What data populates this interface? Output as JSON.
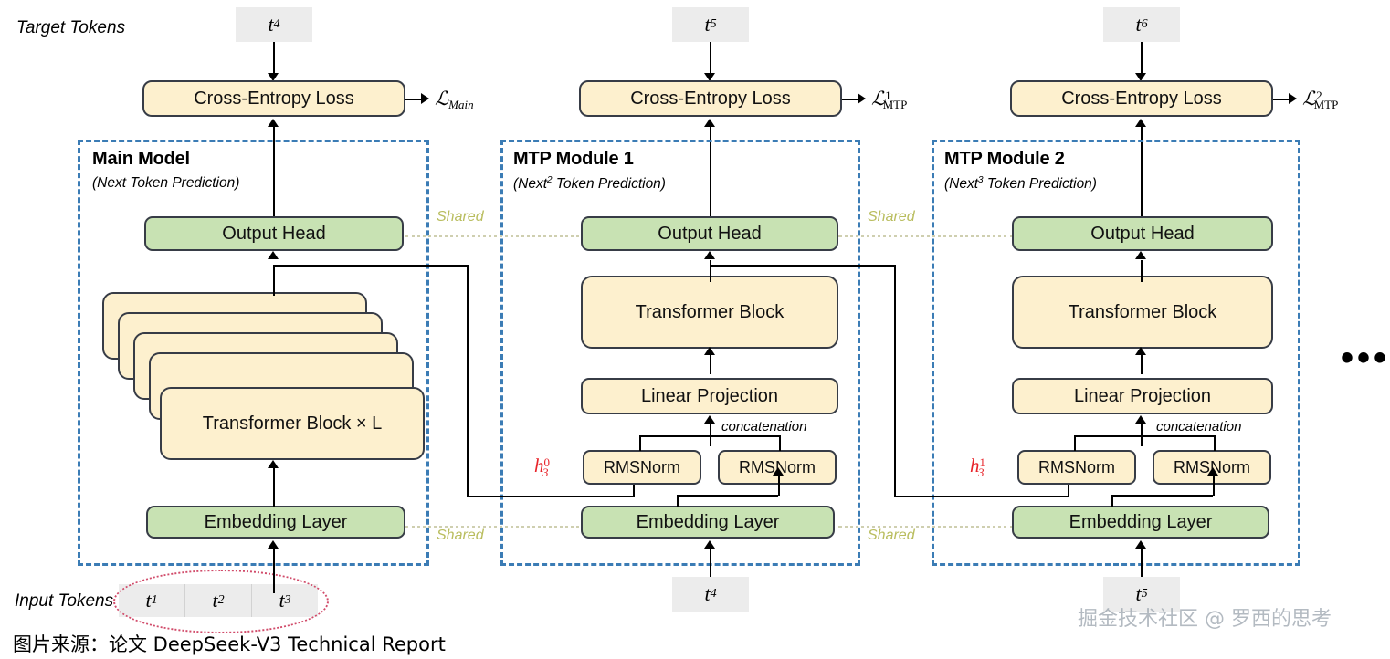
{
  "figure": {
    "target_tokens_label": "Target Tokens",
    "input_tokens_label": "Input Tokens",
    "caption": "图片来源：论文 DeepSeek-V3 Technical Report",
    "watermark": "掘金技术社区 @ 罗西的思考",
    "ellipsis": "•••",
    "shared_label": "Shared",
    "concatenation_label": "concatenation",
    "colors": {
      "module_border": "#3b7cb5",
      "yellow_block": "#fdf0ce",
      "green_block": "#c8e2b3",
      "block_border": "#373c46",
      "token_chip": "#ececec",
      "h_label": "#e8242a",
      "shared_text": "#b9bd5e",
      "red_ellipse": "#d14b6a"
    }
  },
  "target_tokens": [
    {
      "name": "t4",
      "base": "t",
      "sub": "4"
    },
    {
      "name": "t5",
      "base": "t",
      "sub": "5"
    },
    {
      "name": "t6",
      "base": "t",
      "sub": "6"
    }
  ],
  "input_tokens_main": [
    {
      "base": "t",
      "sub": "1"
    },
    {
      "base": "t",
      "sub": "2"
    },
    {
      "base": "t",
      "sub": "3"
    }
  ],
  "input_tokens_modules": [
    {
      "name": "mtp1-input",
      "base": "t",
      "sub": "4"
    },
    {
      "name": "mtp2-input",
      "base": "t",
      "sub": "5"
    }
  ],
  "losses": [
    {
      "name": "loss-main",
      "cal": "ℒ",
      "sub": "Main",
      "sup": "",
      "italic_sub": true
    },
    {
      "name": "loss-mtp-1",
      "cal": "ℒ",
      "sub": "MTP",
      "sup": "1",
      "italic_sub": false
    },
    {
      "name": "loss-mtp-2",
      "cal": "ℒ",
      "sub": "MTP",
      "sup": "2",
      "italic_sub": false
    }
  ],
  "h_labels": [
    {
      "name": "h-3-0",
      "base": "h",
      "sub": "3",
      "sup": "0"
    },
    {
      "name": "h-3-1",
      "base": "h",
      "sub": "3",
      "sup": "1"
    }
  ],
  "modules": [
    {
      "id": "main-model",
      "title": "Main Model",
      "subtitle_pre": "(Next Token Prediction)",
      "subtitle_base": "(Next",
      "subtitle_sup": "",
      "subtitle_post": " Token Prediction)",
      "loss_box": "Cross-Entropy Loss",
      "output_head": "Output Head",
      "core_block": "Transformer Block × L",
      "embedding": "Embedding Layer"
    },
    {
      "id": "mtp-module-1",
      "title": "MTP Module 1",
      "subtitle_pre": "(Next2 Token Prediction)",
      "subtitle_base": "(Next",
      "subtitle_sup": "2",
      "subtitle_post": " Token Prediction)",
      "loss_box": "Cross-Entropy Loss",
      "output_head": "Output Head",
      "core_block": "Transformer Block",
      "linear_projection": "Linear Projection",
      "rmsnorm_left": "RMSNorm",
      "rmsnorm_right": "RMSNorm",
      "embedding": "Embedding Layer"
    },
    {
      "id": "mtp-module-2",
      "title": "MTP Module 2",
      "subtitle_pre": "(Next3 Token Prediction)",
      "subtitle_base": "(Next",
      "subtitle_sup": "3",
      "subtitle_post": " Token Prediction)",
      "loss_box": "Cross-Entropy Loss",
      "output_head": "Output Head",
      "core_block": "Transformer Block",
      "linear_projection": "Linear Projection",
      "rmsnorm_left": "RMSNorm",
      "rmsnorm_right": "RMSNorm",
      "embedding": "Embedding Layer"
    }
  ]
}
